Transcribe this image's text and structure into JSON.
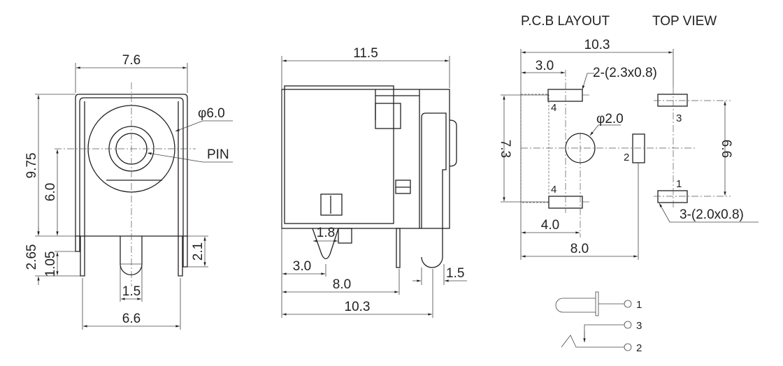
{
  "front_view": {
    "width_top": "7.6",
    "diameter": "φ6.0",
    "pin_label": "PIN",
    "height_total": "9.75",
    "height_center": "6.0",
    "lead_length": "2.65",
    "shell_lead": "1.05",
    "right_tab": "2.1",
    "pin_width": "1.5",
    "lead_spacing": "6.6"
  },
  "side_view": {
    "length": "11.5",
    "tip_width": "1.8",
    "tip_pos": "3.0",
    "lead_pos": "8.0",
    "total": "10.3",
    "pin_width": "1.5"
  },
  "pcb_layout": {
    "title": "P.C.B LAYOUT",
    "view": "TOP VIEW",
    "width": "10.3",
    "offset": "3.0",
    "pads_a": "2-(2.3x0.8)",
    "pads_b": "3-(2.0x0.8)",
    "hole": "φ2.0",
    "height_left": "7.3",
    "height_right": "6.6",
    "hole_pos": "4.0",
    "pad2_pos": "8.0",
    "pin_labels": {
      "p4a": "4",
      "p4b": "4",
      "p3": "3",
      "p1": "1",
      "p2": "2"
    }
  },
  "schematic": {
    "pins": [
      "1",
      "3",
      "2"
    ]
  }
}
